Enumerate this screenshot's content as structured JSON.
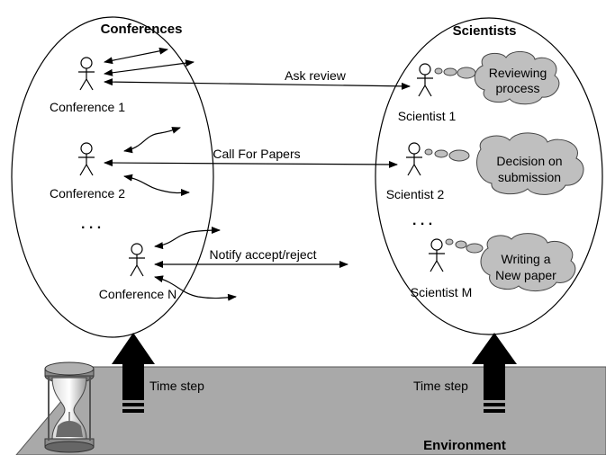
{
  "groups": {
    "conferences_title": "Conferences",
    "scientists_title": "Scientists",
    "environment_label": "Environment"
  },
  "conferences": [
    {
      "label": "Conference 1"
    },
    {
      "label": "Conference 2"
    },
    {
      "label": "Conference N"
    }
  ],
  "scientists": [
    {
      "label": "Scientist 1",
      "thought": [
        "Reviewing",
        "process"
      ]
    },
    {
      "label": "Scientist 2",
      "thought": [
        "Decision on",
        "submission"
      ]
    },
    {
      "label": "Scientist M",
      "thought": [
        "Writing a",
        "New paper"
      ]
    }
  ],
  "ellipsis": ". . .",
  "messages": {
    "ask_review": "Ask review",
    "call_for_papers": "Call For  Papers",
    "notify": "Notify  accept/reject"
  },
  "time_step_label": "Time step",
  "colors": {
    "environment_plane": "#a9a9a9",
    "cloud_fill": "#bfbfbf",
    "arrow_fill": "#000000"
  },
  "icons": {
    "agent": "stick-figure-icon",
    "thought": "thought-cloud-icon",
    "timer": "hourglass-icon"
  }
}
